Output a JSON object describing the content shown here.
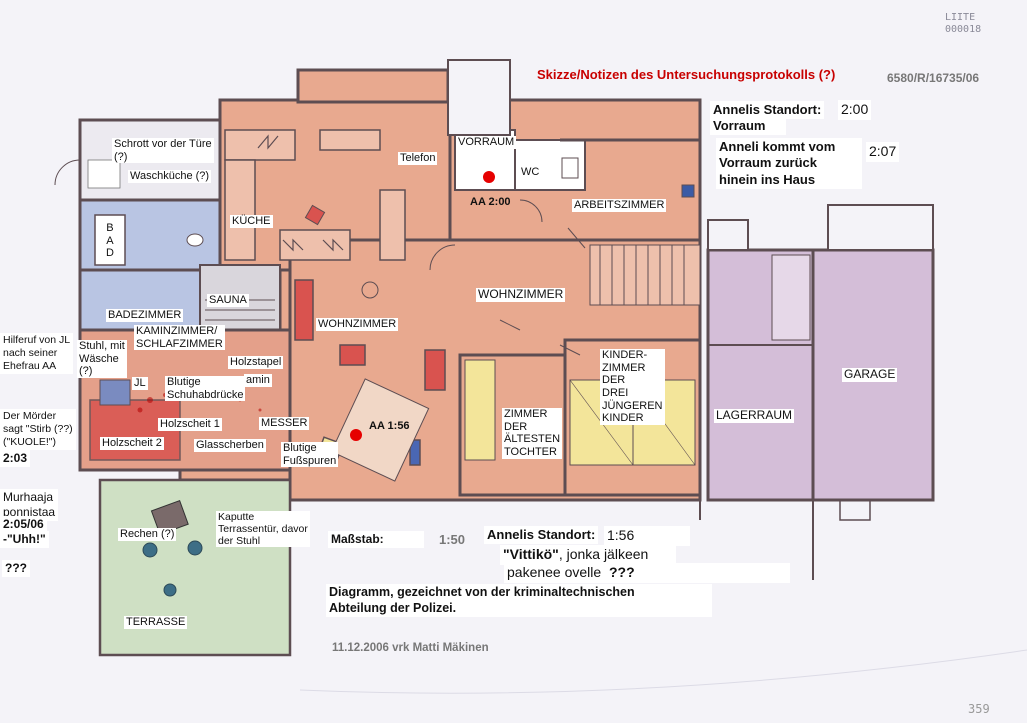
{
  "header": {
    "title": "Skizze/Notizen des Untersuchungsprotokolls (?)",
    "case_number": "6580/R/16735/06",
    "stamp": "LIITE\n000018",
    "page_number": "359"
  },
  "rooms": {
    "vorraum": "VORRAUM",
    "wc": "WC",
    "arbeitszimmer": "ARBEITSZIMMER",
    "kueche": "KÜCHE",
    "bad": "B\nA\nD",
    "sauna": "SAUNA",
    "badezimmer": "BADEZIMMER",
    "kaminzimmer": "KAMINZIMMER/\nSCHLAFZIMMER",
    "wohnzimmer_left": "WOHNZIMMER",
    "wohnzimmer_center": "WOHNZIMMER",
    "kinderzimmer": "KINDER-\nZIMMER\nDER\nDREI\nJÜNGEREN\nKINDER",
    "zimmer_aeltesten": "ZIMMER\nDER\nÄLTESTEN\nTOCHTER",
    "lagerraum": "LAGERRAUM",
    "garage": "GARAGE",
    "terrasse": "TERRASSE",
    "waschkueche": "Waschküche (?)"
  },
  "annotations": {
    "schrott": "Schrott vor der Türe\n(?)",
    "telefon": "Telefon",
    "aa_200": "AA 2:00",
    "aa_156": "AA 1:56",
    "holzstapel": "Holzstapel",
    "kamin": "amin",
    "stuhl_waesche": "Stuhl, mit\nWäsche\n(?)",
    "jl": "JL",
    "schuhabdruecke": "Blutige\nSchuhabdrücke",
    "holzscheit1": "Holzscheit 1",
    "messer": "MESSER",
    "holzscheit2": "Holzscheit 2",
    "glasscherben": "Glasscherben",
    "fussspuren": "Blutige\nFußspuren",
    "rechen": "Rechen (?)",
    "terrassentuer": "Kaputte\nTerrassentür, davor\nder Stuhl"
  },
  "side_notes": {
    "hilferuf": "Hilferuf von JL\nnach seiner\nEhefrau AA",
    "moerder": "Der Mörder\nsagt \"Stirb (??)\n(\"KUOLE!\")",
    "time_203": "2:03",
    "murhaaja": "Murhaaja\nponnistaa",
    "time_205": "2:05/06",
    "uhh": "-\"Uhh!\"",
    "qqq_left": "???"
  },
  "right_notes": {
    "standort_label": "Annelis Standort:",
    "standort_time": "2:00",
    "standort_room": "Vorraum",
    "zurueck": "Anneli kommt vom\nVorraum zurück\nhinein ins Haus",
    "time_207": "2:07"
  },
  "bottom": {
    "massstab_label": "Maßstab:",
    "massstab_value": "1:50",
    "standort2_label": "Annelis Standort:",
    "standort2_time": "1:56",
    "vittiko_quote": "\"Vittikö\"",
    "vittiko_rest": ", jonka jälkeen",
    "pakenee": "pakenee ovelle",
    "qqq": "???",
    "diagramm": "Diagramm, gezeichnet von der kriminaltechnischen\nAbteilung der Polizei.",
    "signature": "11.12.2006  vrk  Matti Mäkinen"
  },
  "colors": {
    "salmon": "#e8a98f",
    "blue_room": "#b9c5e3",
    "lilac": "#d4bed8",
    "terrace": "#cfe0c4",
    "wall": "#5d4d52",
    "marker": "#e60000"
  }
}
